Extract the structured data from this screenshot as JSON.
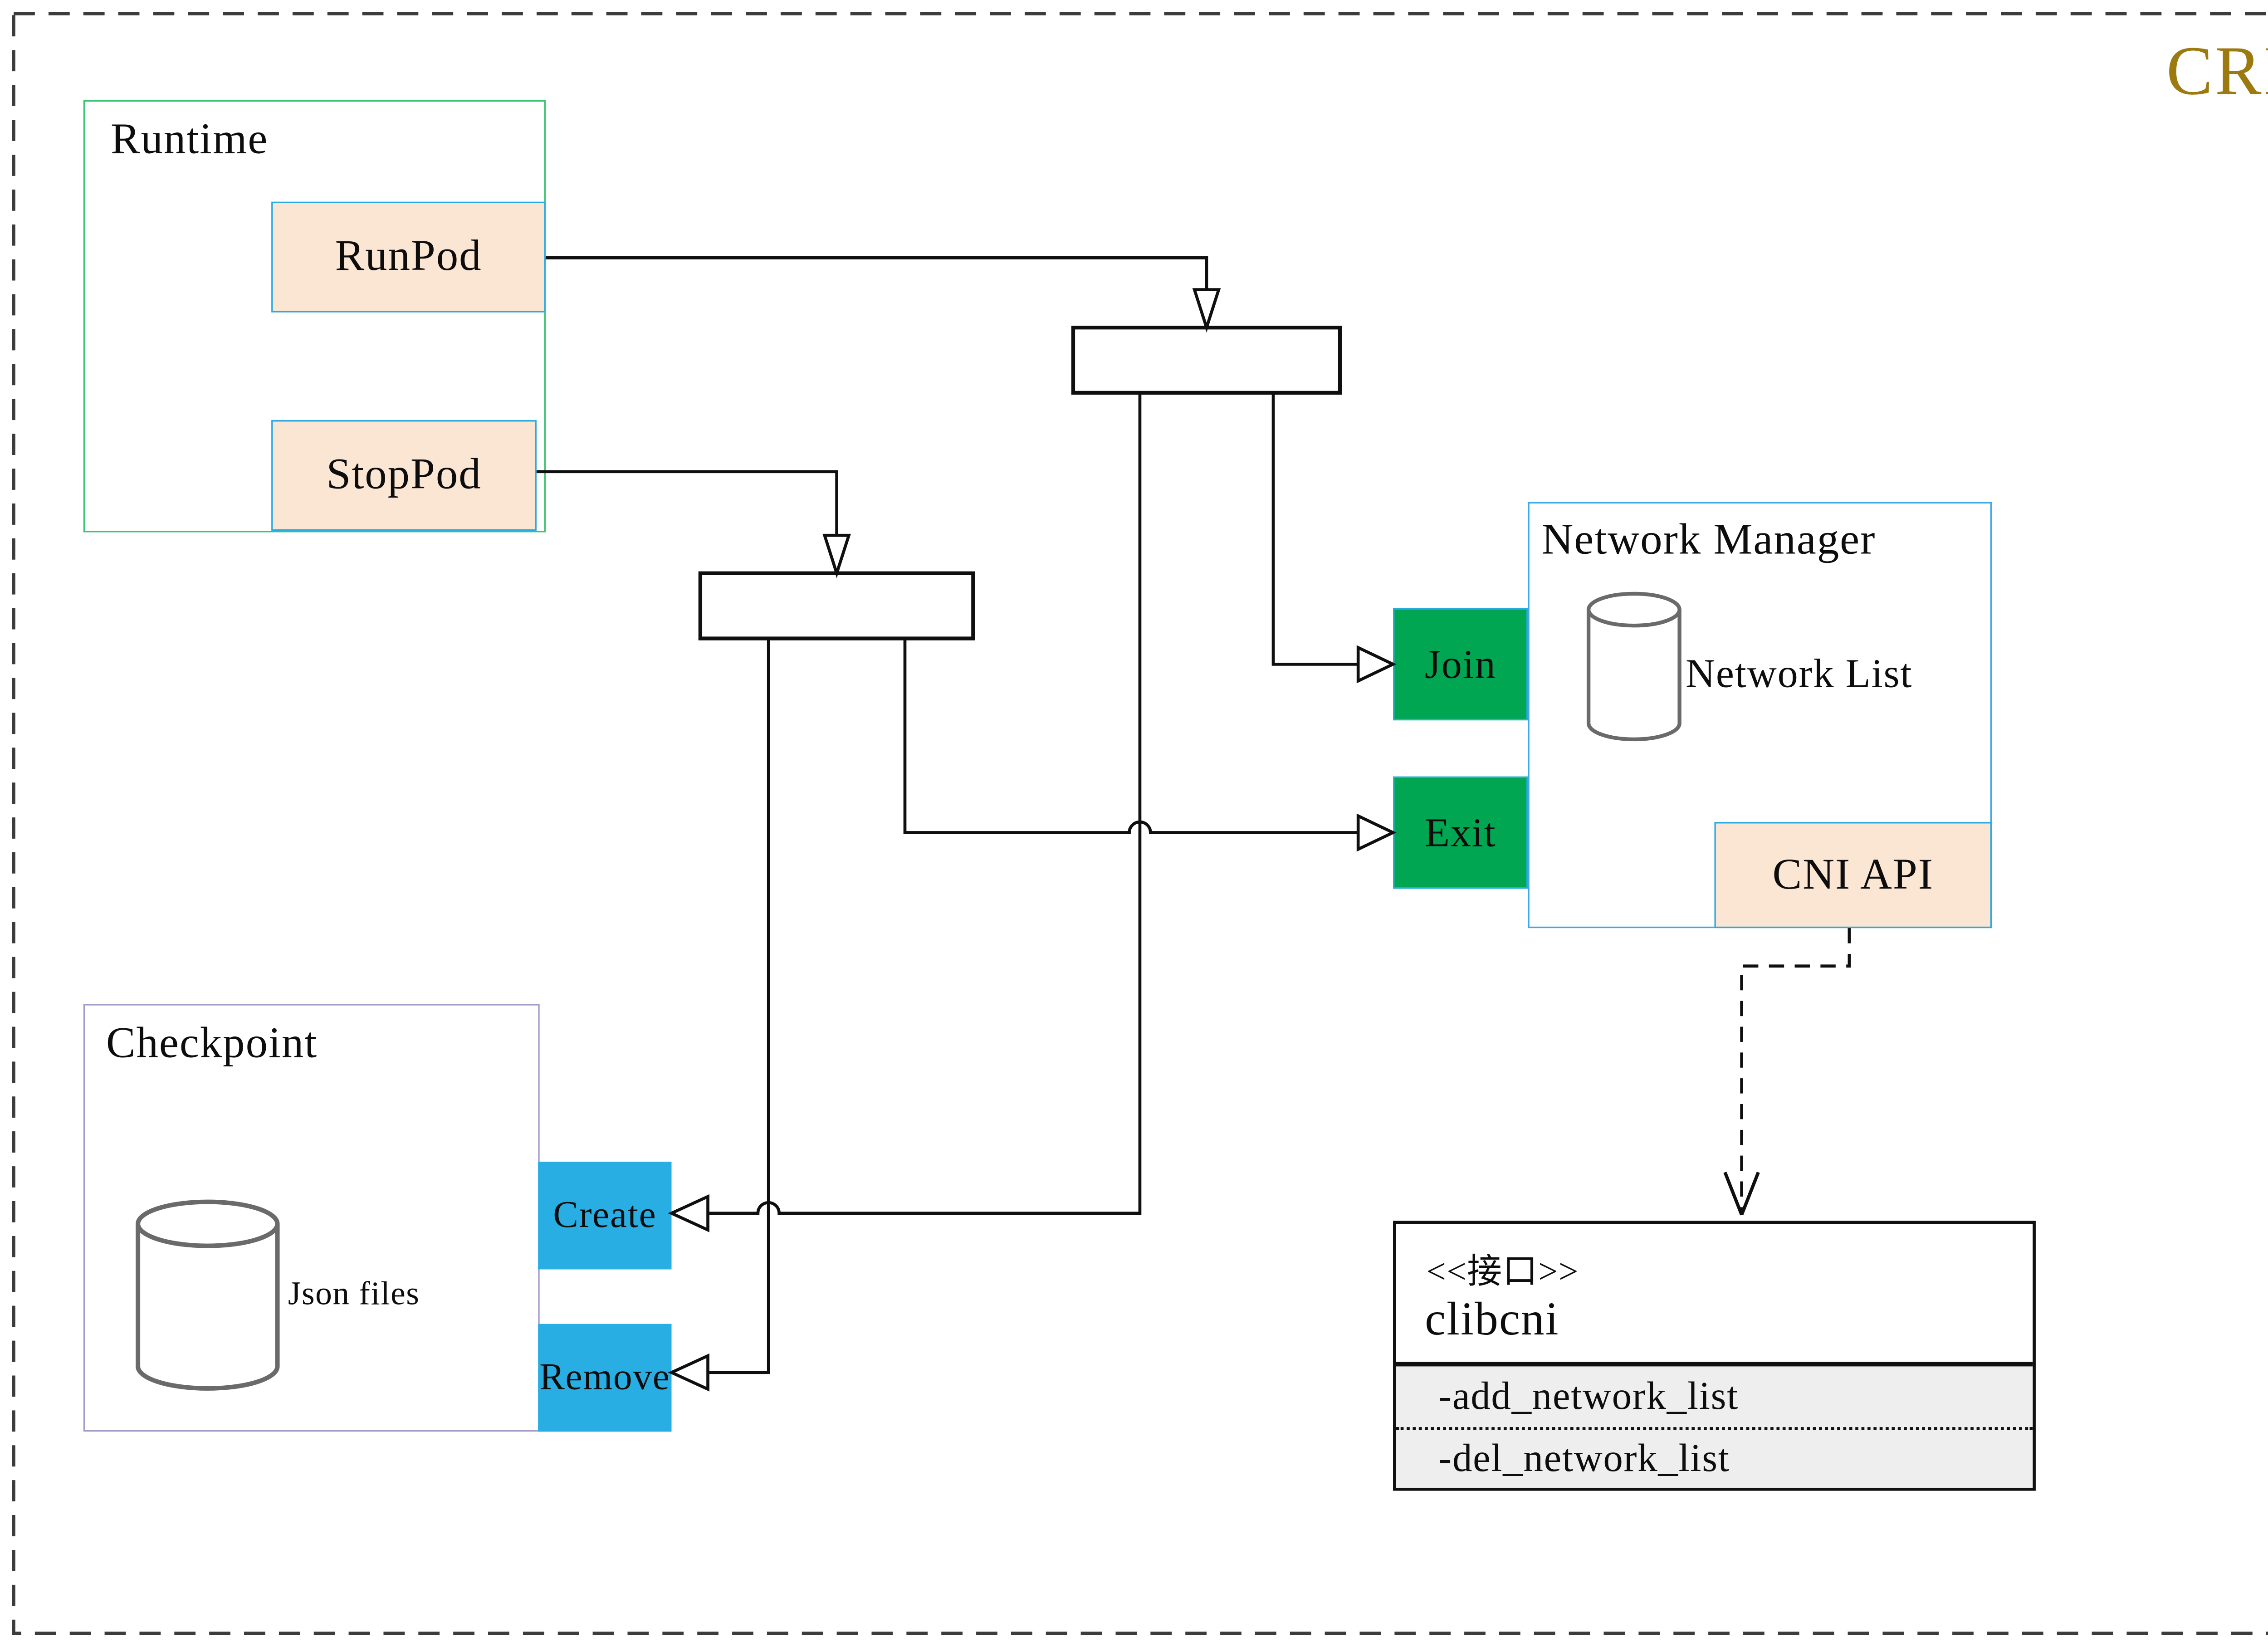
{
  "header": {
    "title": "CRI",
    "title_color": "#9C7A10"
  },
  "runtime": {
    "title": "Runtime",
    "run_pod": "RunPod",
    "stop_pod": "StopPod"
  },
  "checkpoint": {
    "title": "Checkpoint",
    "datastore_label": "Json files",
    "create": "Create",
    "remove": "Remove"
  },
  "network_manager": {
    "title": "Network Manager",
    "datastore_label": "Network List",
    "join": "Join",
    "exit": "Exit",
    "cni_api": "CNI API"
  },
  "clibcni": {
    "stereotype": "<<接口>>",
    "name": "clibcni",
    "methods": [
      "-add_network_list",
      "-del_network_list"
    ]
  },
  "icons": {
    "datastore": "cylinder-database-icon",
    "arrowhead_hollow": "hollow-triangle-arrow",
    "arrowhead_open": "open-v-arrow"
  },
  "colors": {
    "peach_fill": "#FBE5D3",
    "blue_border": "#29ABE2",
    "green_fill": "#00A651",
    "cyan_fill": "#29AEE3",
    "runtime_border": "#3CC472",
    "checkpoint_border": "#A79BC8",
    "network_manager_border": "#3FA9E4",
    "gold_title": "#9C7A10",
    "methods_bg": "#EEEEEE",
    "cylinder_stroke": "#6A6A6A",
    "line_color": "#0F0F0F"
  }
}
